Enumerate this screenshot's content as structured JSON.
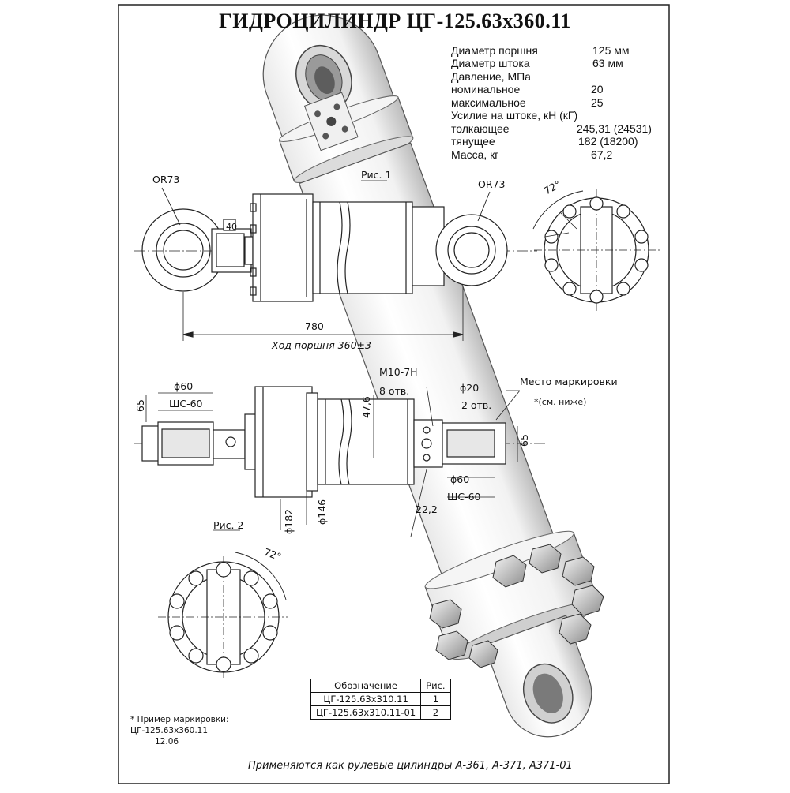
{
  "title": "ГИДРОЦИЛИНДР ЦГ-125.63х360.11",
  "specs": {
    "piston_label": "Диаметр поршня",
    "piston_value": "125 мм",
    "rod_label": "Диаметр штока",
    "rod_value": "63 мм",
    "pressure_label": "Давление, МПа",
    "nominal_label": "номинальное",
    "nominal_value": "20",
    "max_label": "максимальное",
    "max_value": "25",
    "force_label": "Усилие на штоке, кН (кГ)",
    "push_label": "толкающее",
    "push_value": "245,31 (24531)",
    "pull_label": "тянущее",
    "pull_value": "182 (18200)",
    "mass_label": "Масса, кг",
    "mass_value": "67,2"
  },
  "drawing": {
    "fig1": "Рис. 1",
    "fig2": "Рис. 2",
    "radius_left": "OR73",
    "radius_right": "OR73",
    "angle_top": "72°",
    "angle_bottom": "72°",
    "length": "780",
    "stroke": "Ход поршня 360±3",
    "thread": "М10-7Н",
    "thread_qty": "8 отв.",
    "hole_dia": "ϕ20",
    "hole_qty": "2 отв.",
    "marking_place": "Место маркировки",
    "marking_see": "*(см. ниже)",
    "dia60_left": "ϕ60",
    "sh60_left": "ШС-60",
    "dia60_right": "ϕ60",
    "sh60_right": "ШС-60",
    "dim65_left": "65",
    "dim65_right": "65",
    "dim47": "47,6",
    "dim22": "22,2",
    "dia182": "ϕ182",
    "dia146": "ϕ146",
    "small_40": "40"
  },
  "table": {
    "header_designation": "Обозначение",
    "header_fig": "Рис.",
    "rows": [
      {
        "designation": "ЦГ-125.63х310.11",
        "fig": "1"
      },
      {
        "designation": "ЦГ-125.63х310.11-01",
        "fig": "2"
      }
    ]
  },
  "marking_example": {
    "line1": "* Пример маркировки:",
    "line2": "ЦГ-125.63х360.11",
    "line3": "12.06"
  },
  "footer": "Применяются как рулевые цилиндры А-361, А-371, А371-01"
}
